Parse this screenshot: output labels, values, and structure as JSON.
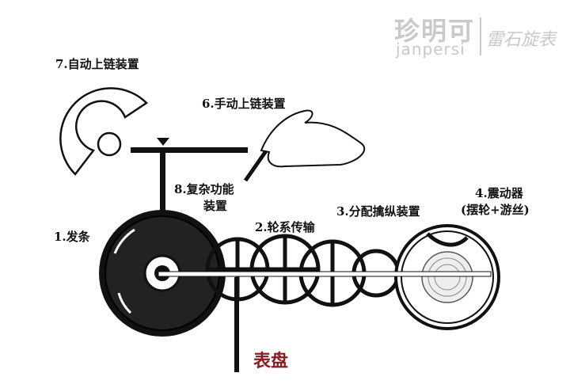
{
  "labels": {
    "mainspring": "1.发条",
    "gear_train": "2.轮系传输",
    "escapement": "3.分配擒纵装置",
    "oscillator_line1": "4.震动器",
    "oscillator_line2": "(摆轮+游丝)",
    "manual_winding": "6.手动上链装置",
    "auto_winding": "7.自动上链装置",
    "complications_line1": "8.复杂功能",
    "complications_line2": "装置",
    "dial": "表盘"
  },
  "watermark": {
    "brand": "珍明可",
    "sub": "janpersi",
    "right": "雷石旋表"
  },
  "colors": {
    "dark": "#111111",
    "dial_red": "#8a1c24",
    "watermark": "#c9c9c9"
  }
}
